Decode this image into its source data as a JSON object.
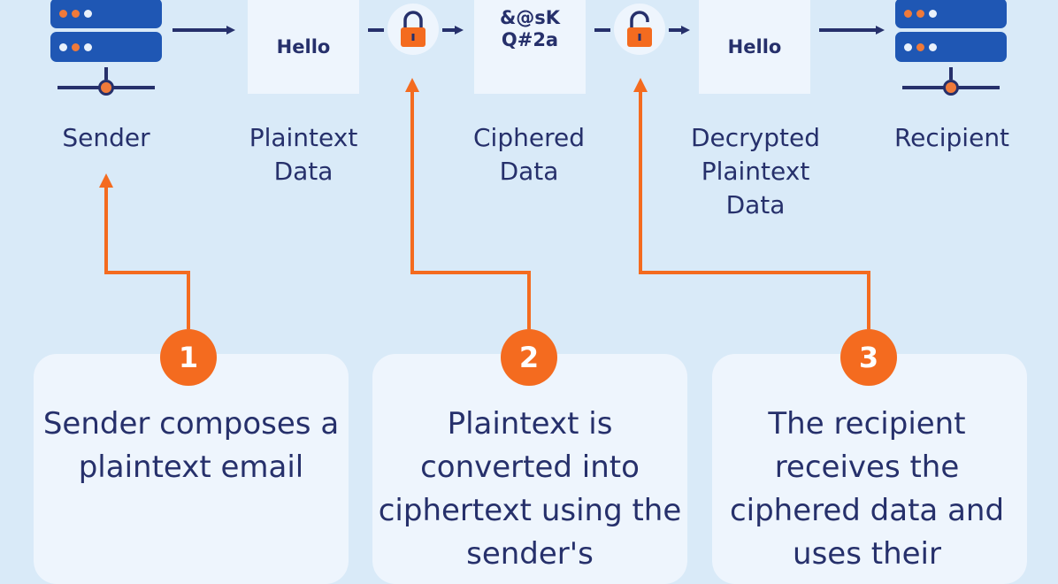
{
  "nodes": {
    "sender": {
      "label": "Sender"
    },
    "plaintext": {
      "label": "Plaintext Data",
      "card_text": "Hello"
    },
    "ciphered": {
      "label": "Ciphered Data",
      "card_text": "&@sK Q#2a"
    },
    "decrypted": {
      "label": "Decrypted Plaintext Data",
      "card_text": "Hello"
    },
    "recipient": {
      "label": "Recipient"
    }
  },
  "steps": [
    {
      "number": "1",
      "text": "Sender composes a plaintext email"
    },
    {
      "number": "2",
      "text": "Plaintext is converted into ciphertext using the sender's"
    },
    {
      "number": "3",
      "text": "The recipient receives the ciphered data and uses their"
    }
  ],
  "colors": {
    "accent": "#f46b1f",
    "arrow": "#26306b",
    "server": "#1f57b4",
    "background": "#d9eaf8"
  },
  "icons": [
    "server-icon",
    "lock-icon",
    "unlock-icon",
    "arrow-right-icon",
    "arrow-up-icon"
  ]
}
